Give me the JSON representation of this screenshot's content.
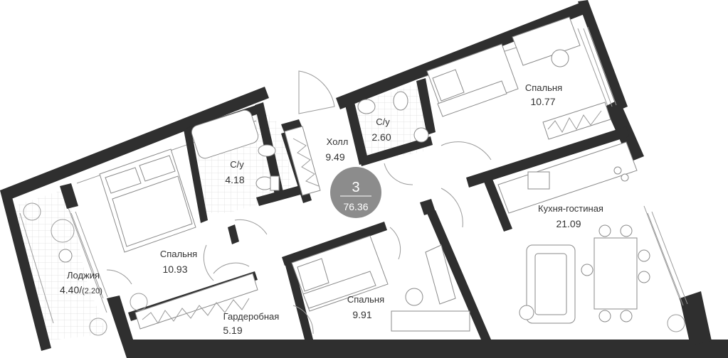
{
  "apartment": {
    "rooms_count": "3",
    "total_area": "76.36",
    "badge_color": "#8c8c8c"
  },
  "rooms": {
    "hall": {
      "name": "Холл",
      "area": "9.49"
    },
    "bath_left": {
      "name": "С/у",
      "area": "4.18"
    },
    "bath_right": {
      "name": "С/у",
      "area": "2.60"
    },
    "bedroom_top_right": {
      "name": "Спальня",
      "area": "10.77"
    },
    "bedroom_left": {
      "name": "Спальня",
      "area": "10.93"
    },
    "bedroom_bottom": {
      "name": "Спальня",
      "area": "9.91"
    },
    "kitchen_living": {
      "name": "Кухня-гостиная",
      "area": "21.09"
    },
    "wardrobe": {
      "name": "Гардеробная",
      "area": "5.19"
    },
    "loggia": {
      "name": "Лоджия",
      "area": "4.40/",
      "area_reduced": "(2.20)"
    }
  },
  "colors": {
    "wall": "#2f2f2f",
    "line": "#9a9a9a",
    "tile": "#e0e0e0",
    "text": "#333333"
  }
}
